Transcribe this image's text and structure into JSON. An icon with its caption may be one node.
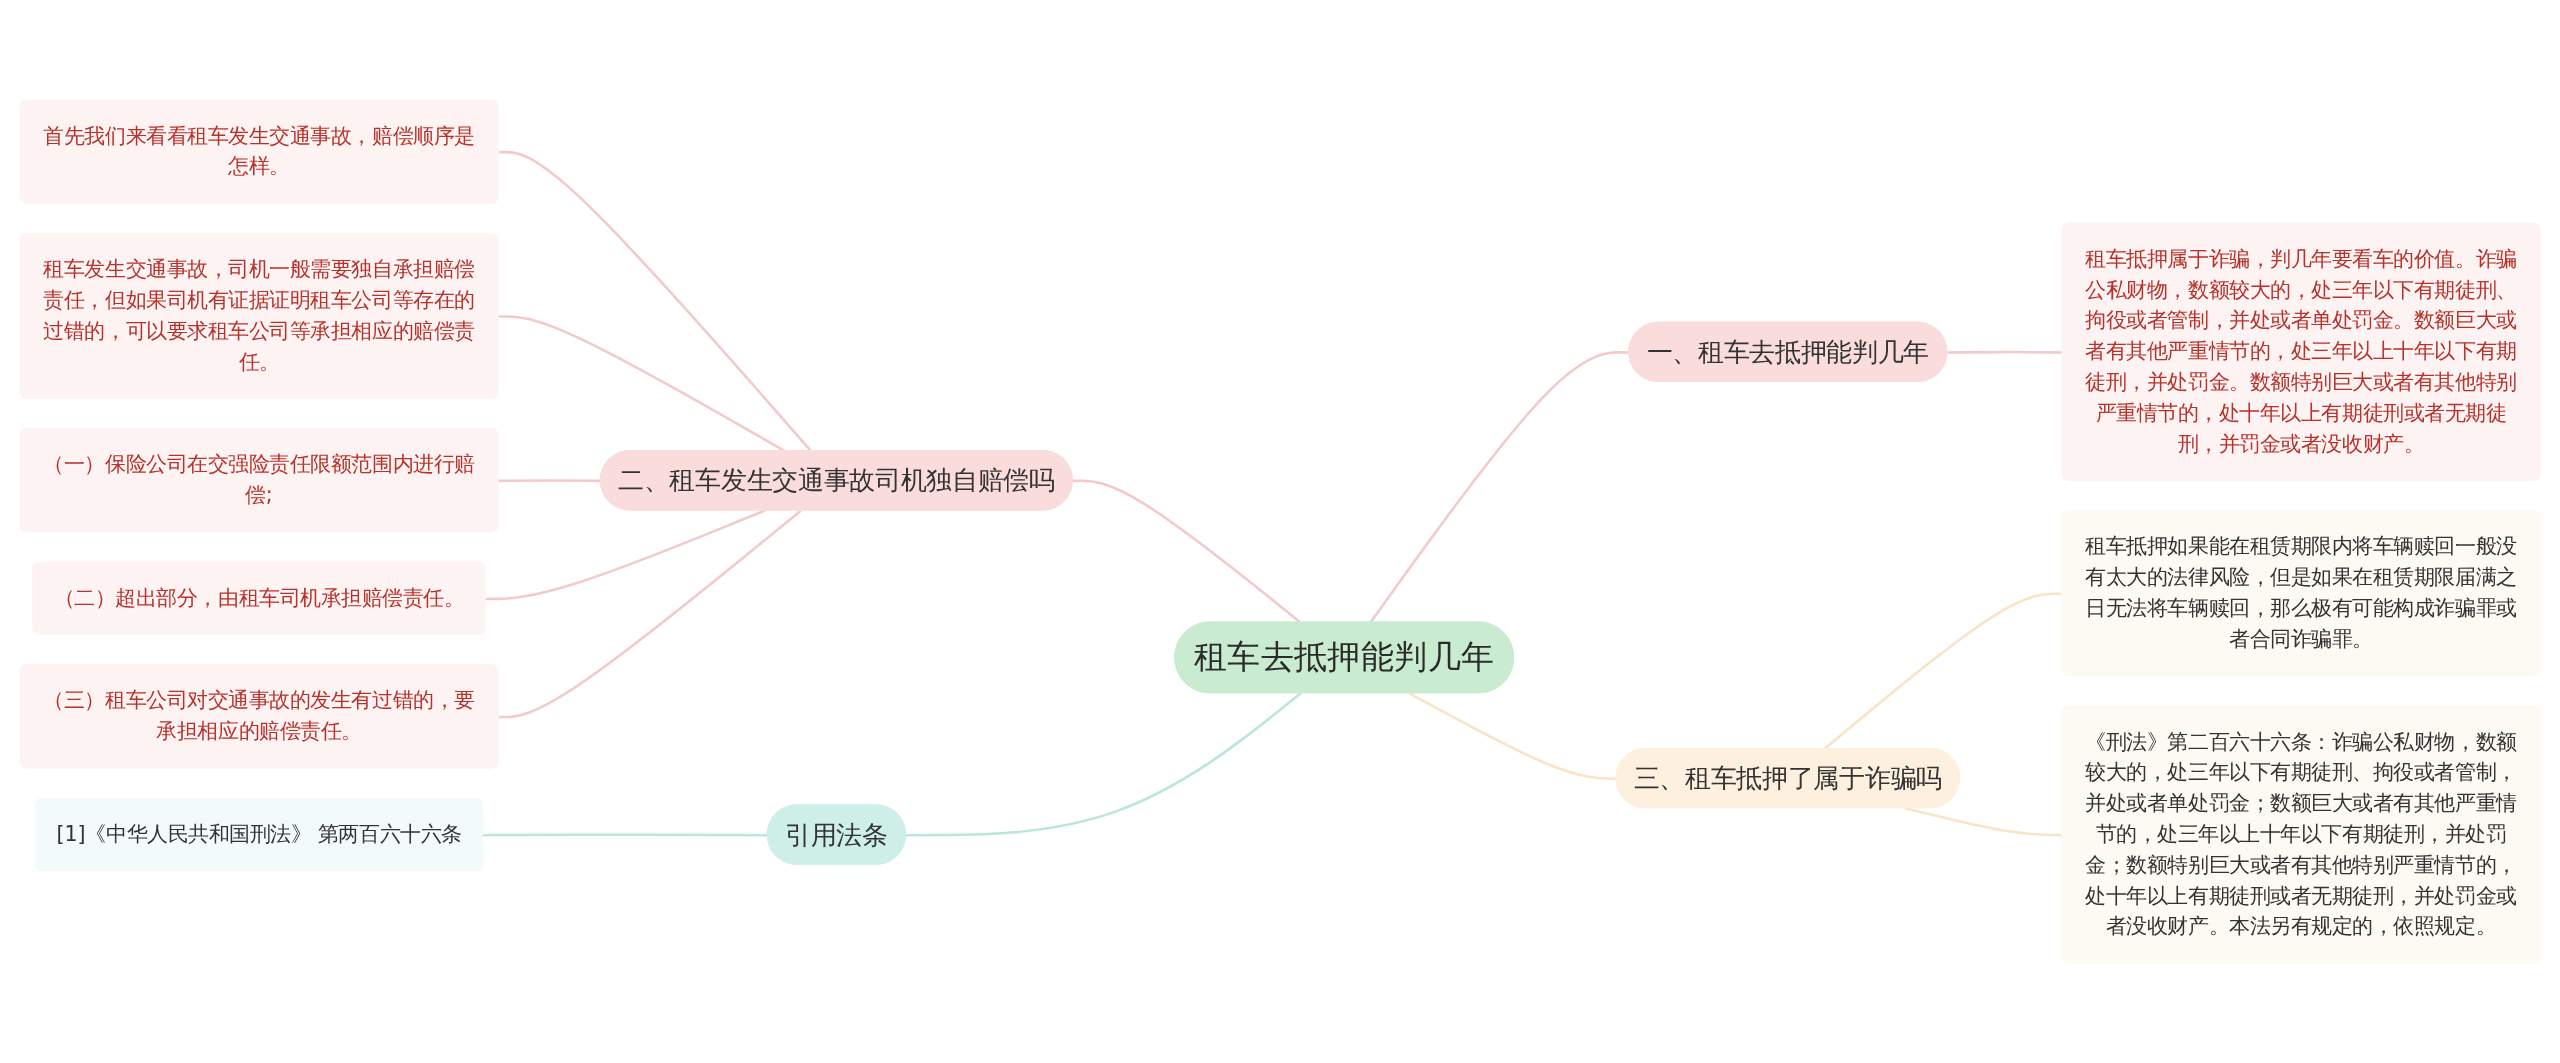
{
  "diagram": {
    "nodes": [
      {
        "text": [
          "租车去抵押能判几年"
        ]
      },
      {
        "text": [
          "一、租车去抵押能判几年"
        ]
      },
      {
        "text": [
          "租车抵押属于诈骗，判几年要看车的价值。诈骗公私财物，数额较大的，处三年以下有期徒刑、拘役或者管制，并处或者单处罚金。数额巨大或者有其他严重情节的，处三年以上十年以下有期徒刑，并处罚金。数额特别巨大或者有其他特别严重情节的，处十年以上有期徒刑或者无期徒刑，并罚金或者没收财产。"
        ]
      },
      {
        "text": [
          "二、租车发生交通事故司机独自赔偿吗"
        ]
      },
      {
        "text": [
          "首先我们来看看租车发生交通事故，赔偿顺序是怎样。"
        ]
      },
      {
        "text": [
          "租车发生交通事故，司机一般需要独自承担赔偿责任，但如果司机有证据证明租车公司等存在的过错的，可以要求租车公司等承担相应的赔偿责任。"
        ]
      },
      {
        "text": [
          "（一）保险公司在交强险责任限额范围内进行赔偿;"
        ]
      },
      {
        "text": [
          "（二）超出部分，由租车司机承担赔偿责任。"
        ]
      },
      {
        "text": [
          "（三）租车公司对交通事故的发生有过错的，要承担相应的赔偿责任。"
        ]
      },
      {
        "text": [
          "三、租车抵押了属于诈骗吗"
        ]
      },
      {
        "text": [
          "租车抵押如果能在租赁期限内将车辆赎回一般没有太大的法律风险，但是如果在租赁期限届满之日无法将车辆赎回，那么极有可能构成诈骗罪或者合同诈骗罪。"
        ]
      },
      {
        "text": [
          "《刑法》第二百六十六条：诈骗公私财物，数额较大的，处三年以下有期徒刑、拘役或者管制，并处或者单处罚金；数额巨大或者有其他严重情节的，处三年以上十年以下有期徒刑，并处罚金；数额特别巨大或者有其他特别严重情节的，处十年以上有期徒刑或者无期徒刑，并处罚金或者没收财产。本法另有规定的，依照规定。"
        ]
      },
      {
        "text": [
          "引用法条"
        ]
      },
      {
        "text": [
          "[1]《中华人民共和国刑法》 第两百六十六条"
        ]
      }
    ],
    "edges": [
      {
        "from": 0,
        "to": 1,
        "arrow": "none"
      },
      {
        "from": 1,
        "to": 2,
        "arrow": "none"
      },
      {
        "from": 0,
        "to": 3,
        "arrow": "none"
      },
      {
        "from": 3,
        "to": 4,
        "arrow": "none"
      },
      {
        "from": 3,
        "to": 5,
        "arrow": "none"
      },
      {
        "from": 3,
        "to": 6,
        "arrow": "none"
      },
      {
        "from": 3,
        "to": 7,
        "arrow": "none"
      },
      {
        "from": 3,
        "to": 8,
        "arrow": "none"
      },
      {
        "from": 0,
        "to": 9,
        "arrow": "none",
        "color": "#fbe3c6"
      },
      {
        "from": 9,
        "to": 10,
        "arrow": "none",
        "color": "#fbe3c6"
      },
      {
        "from": 9,
        "to": 11,
        "arrow": "none",
        "color": "#fbe3c6"
      },
      {
        "from": 0,
        "to": 12,
        "arrow": "none",
        "color": "#b9e6dd"
      },
      {
        "from": 12,
        "to": 13,
        "arrow": "none",
        "color": "#b9e6dd"
      }
    ]
  }
}
